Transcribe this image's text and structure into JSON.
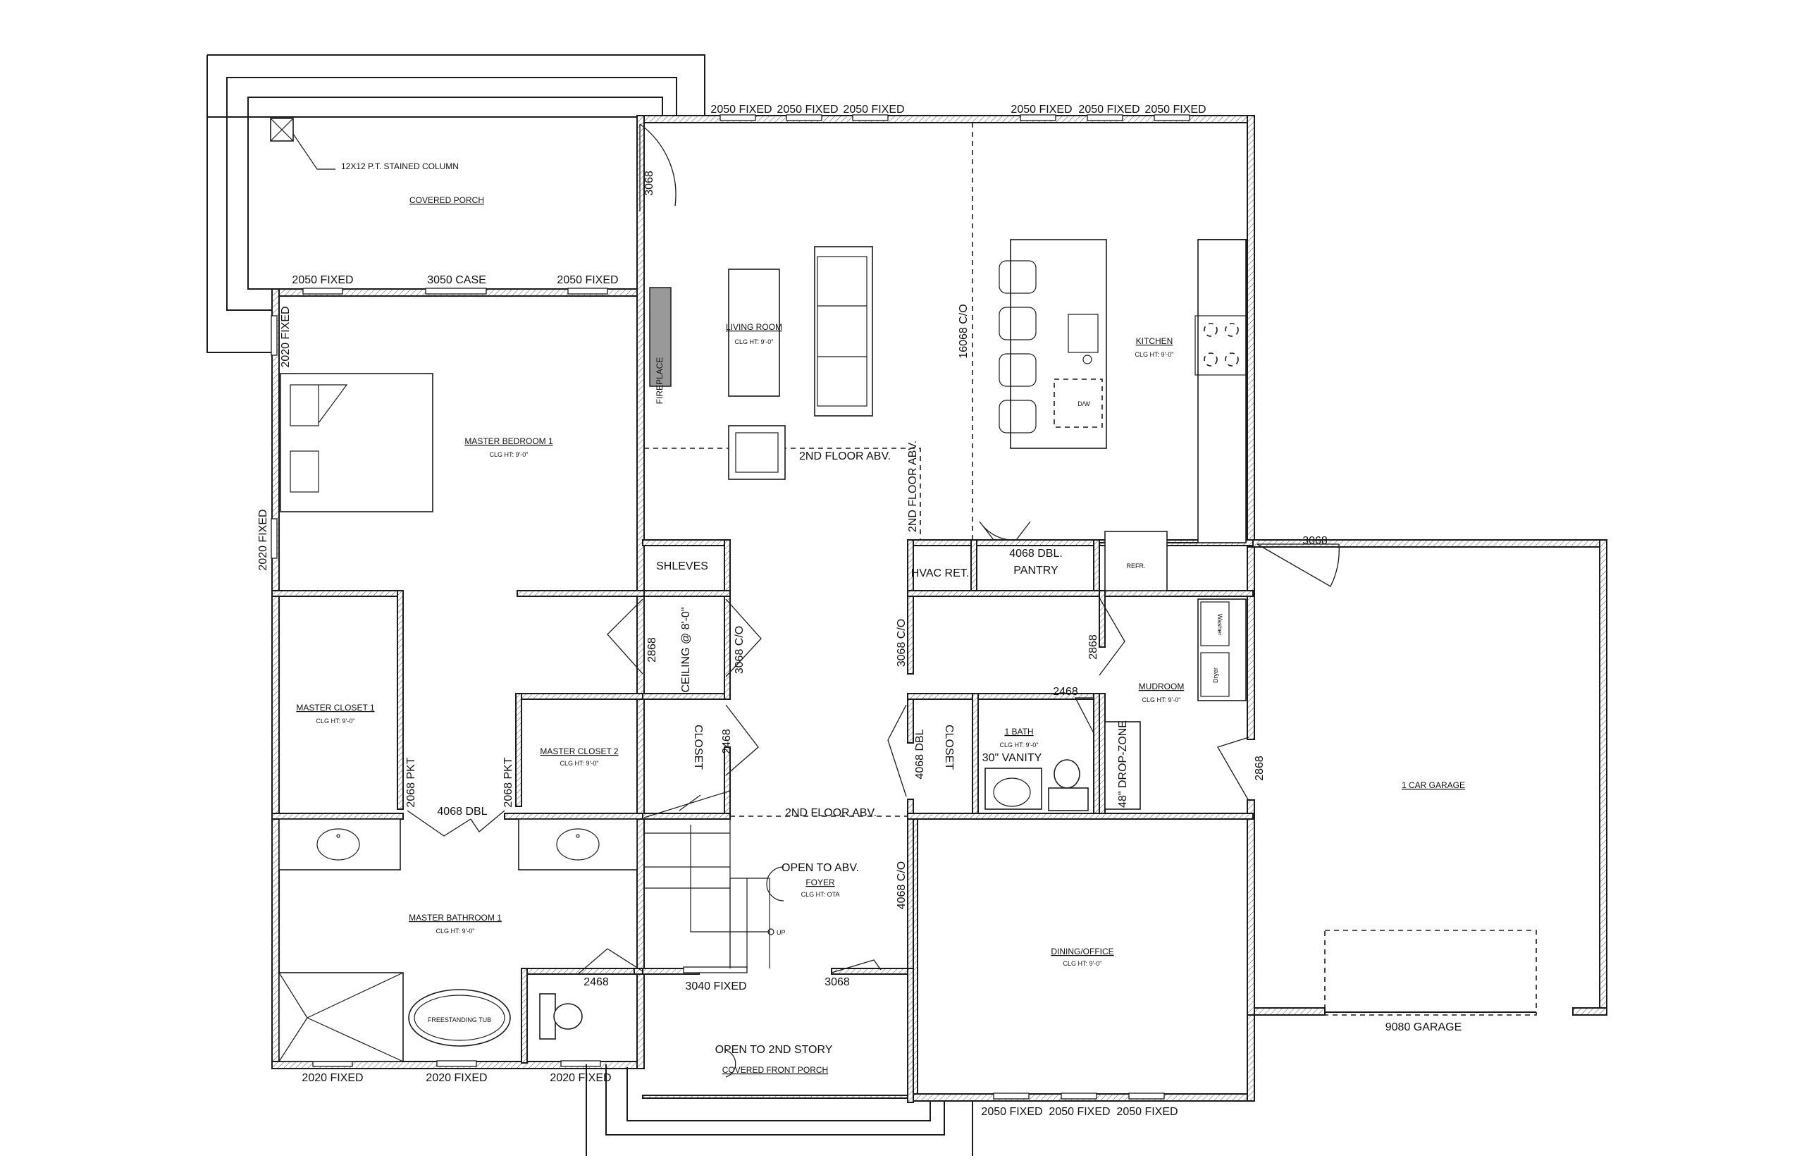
{
  "rooms": {
    "covered_porch": "COVERED PORCH",
    "living_room": "LIVING ROOM",
    "living_room_clg": "CLG HT: 9'-0\"",
    "kitchen": "KITCHEN",
    "kitchen_clg": "CLG HT: 9'-0\"",
    "master_bedroom": "MASTER BEDROOM 1",
    "master_bedroom_clg": "CLG HT: 9'-0\"",
    "master_closet1": "MASTER CLOSET 1",
    "master_closet1_clg": "CLG HT: 9'-0\"",
    "master_closet2": "MASTER CLOSET 2",
    "master_closet2_clg": "CLG HT: 9'-0\"",
    "master_bathroom": "MASTER BATHROOM 1",
    "master_bathroom_clg": "CLG HT: 9'-0\"",
    "foyer": "FOYER",
    "foyer_clg": "CLG HT: OTA",
    "covered_front_porch": "COVERED FRONT PORCH",
    "dining_office": "DINING/OFFICE",
    "dining_office_clg": "CLG HT: 9'-0\"",
    "mudroom": "MUDROOM",
    "mudroom_clg": "CLG HT: 9'-0\"",
    "bath": "1 BATH",
    "bath_clg": "CLG HT: 9'-0\"",
    "garage": "1 CAR GARAGE"
  },
  "notes": {
    "column": "12X12 P.T. STAINED COLUMN",
    "fireplace": "FIREPLACE",
    "second_floor_abv_1": "2ND FLOOR ABV.",
    "second_floor_abv_2": "2ND FLOOR ABV.",
    "second_floor_abv_3": "2ND FLOOR ABV.",
    "shelves": "SHLEVES",
    "hvac": "HVAC RET.",
    "pantry_door": "4068 DBL.",
    "pantry": "PANTRY",
    "refr": "REFR.",
    "dw": "D/W",
    "washer": "Washer",
    "dryer": "Dryer",
    "ceiling": "CEILING @ 8'-0\"",
    "closet_a": "CLOSET",
    "closet_b": "CLOSET",
    "vanity": "30\" VANITY",
    "drop_zone": "48\" DROP-ZONE",
    "open_abv": "OPEN TO ABV.",
    "open_2nd": "OPEN TO 2ND STORY",
    "up": "UP",
    "tub": "FREESTANDING TUB"
  },
  "windows": {
    "w_top_1": "2050 FIXED",
    "w_top_2": "2050 FIXED",
    "w_top_3": "2050 FIXED",
    "w_top_4": "2050 FIXED",
    "w_top_5": "2050 FIXED",
    "w_top_6": "2050 FIXED",
    "w_bed_1": "2050 FIXED",
    "w_bed_case": "3050 CASE",
    "w_bed_2": "2050 FIXED",
    "w_left_1": "2020 FIXED",
    "w_left_2": "2020 FIXED",
    "w_bot_1": "2020 FIXED",
    "w_bot_2": "2020 FIXED",
    "w_bot_3": "2020 FIXED",
    "w_foyer": "3040 FIXED",
    "w_din_1": "2050 FIXED",
    "w_din_2": "2050 FIXED",
    "w_din_3": "2050 FIXED",
    "garage_door": "9080 GARAGE"
  },
  "doors": {
    "d_porch": "3068",
    "d_pantry_co": "16068 C/O",
    "d_garage": "3068",
    "d_closet_2868": "2868",
    "d_co_3068_a": "3068 C/O",
    "d_co_3068_b": "3068 C/O",
    "d_mud_2868": "2868",
    "d_bath_2468": "2468",
    "d_mud_2868_b": "2868",
    "d_pkt_1": "2068 PKT",
    "d_dbl": "4068 DBL",
    "d_pkt_2": "2068 PKT",
    "d_closet_2468": "2468",
    "d_closet_dbl": "4068 DBL",
    "d_din_co": "4068 C/O",
    "d_wc_2468": "2468",
    "d_front_3068": "3068"
  }
}
